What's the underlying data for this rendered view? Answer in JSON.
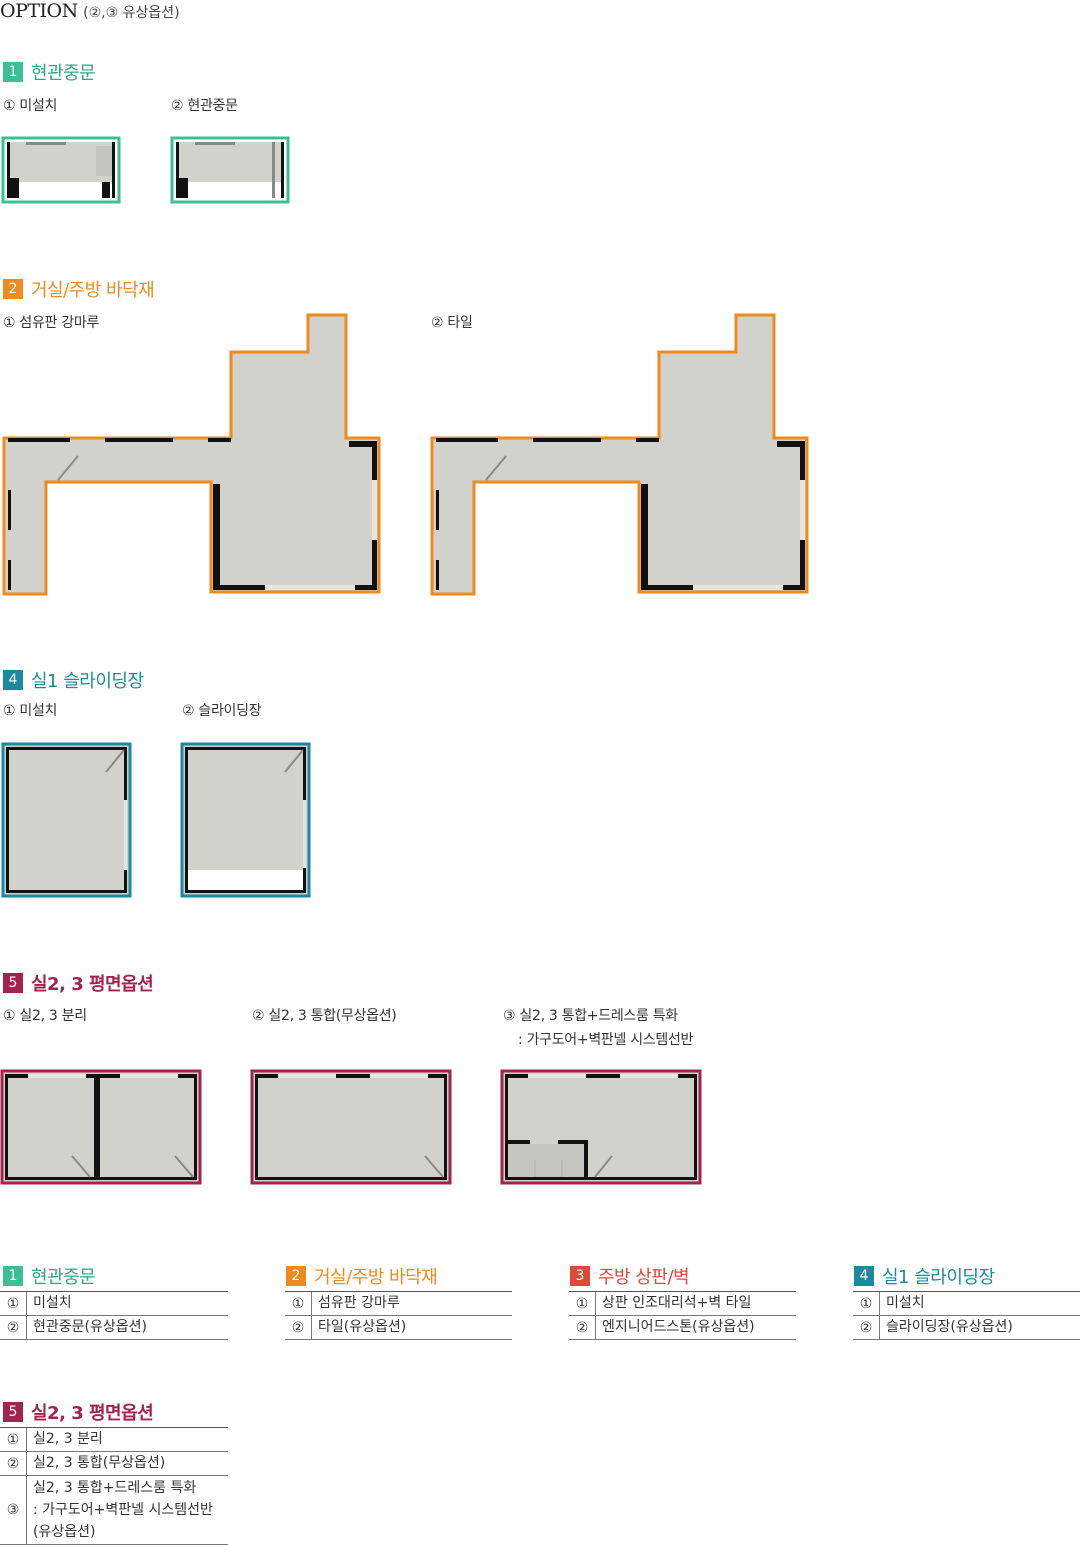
{
  "header": {
    "title": "OPTION",
    "subtitle": "(②,③ 유상옵션)"
  },
  "colors": {
    "teal": "#3dbf95",
    "orange": "#ef8a1c",
    "blue": "#1a8aa0",
    "red": "#e1473b",
    "crimson": "#a3234f",
    "floor": "#d2d2cc",
    "wall": "#111111"
  },
  "sections": {
    "s1": {
      "num": "1",
      "title": "현관중문",
      "opt1": "① 미설치",
      "opt2": "② 현관중문"
    },
    "s2": {
      "num": "2",
      "title": "거실/주방 바닥재",
      "opt1": "① 섬유판 강마루",
      "opt2": "② 타일"
    },
    "s4": {
      "num": "4",
      "title": "실1 슬라이딩장",
      "opt1": "① 미설치",
      "opt2": "② 슬라이딩장"
    },
    "s5": {
      "num": "5",
      "title": "실2, 3 평면옵션",
      "opt1": "① 실2, 3 분리",
      "opt2": "② 실2, 3 통합(무상옵션)",
      "opt3a": "③ 실2, 3 통합+드레스룸 특화",
      "opt3b": ": 가구도어+벽판넬 시스템선반"
    }
  },
  "tables": {
    "t1": {
      "num": "1",
      "title": "현관중문",
      "rows": [
        [
          "①",
          "미설치"
        ],
        [
          "②",
          "현관중문(유상옵션)"
        ]
      ]
    },
    "t2": {
      "num": "2",
      "title": "거실/주방 바닥재",
      "rows": [
        [
          "①",
          "섬유판 강마루"
        ],
        [
          "②",
          "타일(유상옵션)"
        ]
      ]
    },
    "t3": {
      "num": "3",
      "title": "주방 상판/벽",
      "rows": [
        [
          "①",
          "상판 인조대리석+벽 타일"
        ],
        [
          "②",
          "엔지니어드스톤(유상옵션)"
        ]
      ]
    },
    "t4": {
      "num": "4",
      "title": "실1 슬라이딩장",
      "rows": [
        [
          "①",
          "미설치"
        ],
        [
          "②",
          "슬라이딩장(유상옵션)"
        ]
      ]
    },
    "t5": {
      "num": "5",
      "title": "실2, 3 평면옵션",
      "rows": [
        [
          "①",
          "실2, 3 분리"
        ],
        [
          "②",
          "실2, 3 통합(무상옵션)"
        ],
        [
          "③",
          "실2, 3 통합+드레스룸 특화"
        ]
      ],
      "row3_line2": ": 가구도어+벽판넬 시스템선반",
      "row3_line3": "(유상옵션)"
    }
  }
}
